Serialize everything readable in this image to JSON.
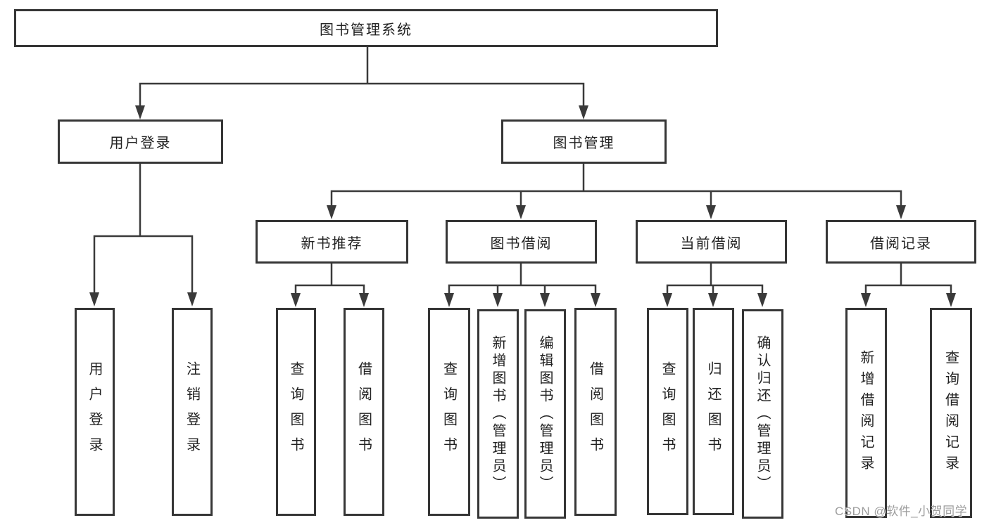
{
  "tree": {
    "root_label": "图书管理系统",
    "branches": [
      {
        "label": "用户登录",
        "children": [
          {
            "label": "用户登录"
          },
          {
            "label": "注销登录"
          }
        ]
      },
      {
        "label": "图书管理",
        "sections": [
          {
            "label": "新书推荐",
            "children": [
              {
                "label": "查询图书"
              },
              {
                "label": "借阅图书"
              }
            ]
          },
          {
            "label": "图书借阅",
            "children": [
              {
                "label": "查询图书"
              },
              {
                "label": "新增图书（管理员）"
              },
              {
                "label": "编辑图书（管理员）"
              },
              {
                "label": "借阅图书"
              }
            ]
          },
          {
            "label": "当前借阅",
            "children": [
              {
                "label": "查询图书"
              },
              {
                "label": "归还图书"
              },
              {
                "label": "确认归还（管理员）"
              }
            ]
          },
          {
            "label": "借阅记录",
            "children": [
              {
                "label": "新增借阅记录"
              },
              {
                "label": "查询借阅记录"
              }
            ]
          }
        ]
      }
    ]
  },
  "watermark": {
    "text": "CSDN @软件_小贺同学"
  },
  "colors": {
    "line": "#3a3a3a",
    "box_border": "#363636",
    "text": "#222222",
    "watermark": "#9d9d9d",
    "background": "#ffffff"
  }
}
